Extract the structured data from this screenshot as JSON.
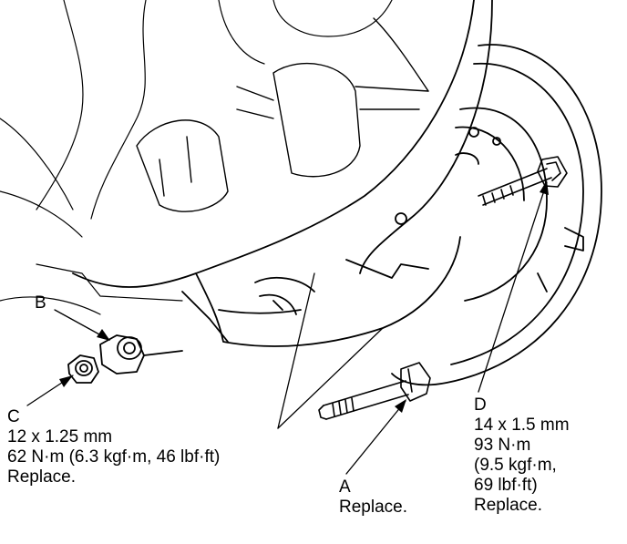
{
  "callouts": {
    "a": {
      "letter": "A",
      "lines": [
        "Replace."
      ]
    },
    "b": {
      "letter": "B"
    },
    "c": {
      "letter": "C",
      "lines": [
        "12 x 1.25 mm",
        "62 N·m (6.3 kgf·m, 46 lbf·ft)",
        "Replace."
      ]
    },
    "d": {
      "letter": "D",
      "lines": [
        "14 x 1.5 mm",
        "93 N·m",
        "(9.5 kgf·m,",
        "69 lbf·ft)",
        "Replace."
      ]
    }
  }
}
